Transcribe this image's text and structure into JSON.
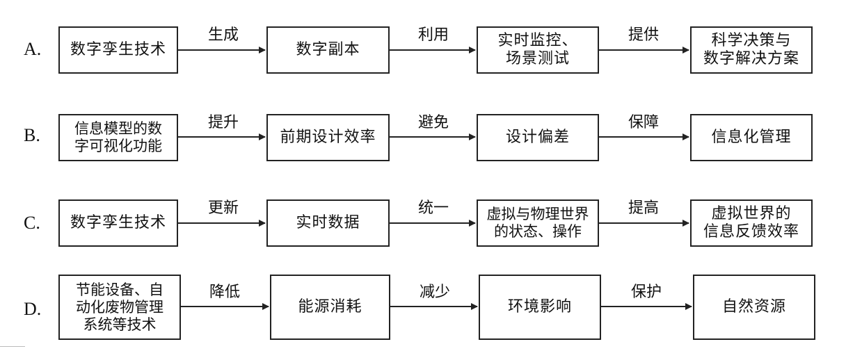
{
  "rows": [
    {
      "label": "A.",
      "nodes": [
        "数字孪生技术",
        "数字副本",
        "实时监控、\n场景测试",
        "科学决策与\n数字解决方案"
      ],
      "edges": [
        "生成",
        "利用",
        "提供"
      ]
    },
    {
      "label": "B.",
      "nodes": [
        "信息模型的数\n字可视化功能",
        "前期设计效率",
        "设计偏差",
        "信息化管理"
      ],
      "edges": [
        "提升",
        "避免",
        "保障"
      ]
    },
    {
      "label": "C.",
      "nodes": [
        "数字孪生技术",
        "实时数据",
        "虚拟与物理世界\n的状态、操作",
        "虚拟世界的\n信息反馈效率"
      ],
      "edges": [
        "更新",
        "统一",
        "提高"
      ]
    },
    {
      "label": "D.",
      "nodes": [
        "节能设备、自\n动化废物管理\n系统等技术",
        "能源消耗",
        "环境影响",
        "自然资源"
      ],
      "edges": [
        "降低",
        "减少",
        "保护"
      ]
    }
  ]
}
